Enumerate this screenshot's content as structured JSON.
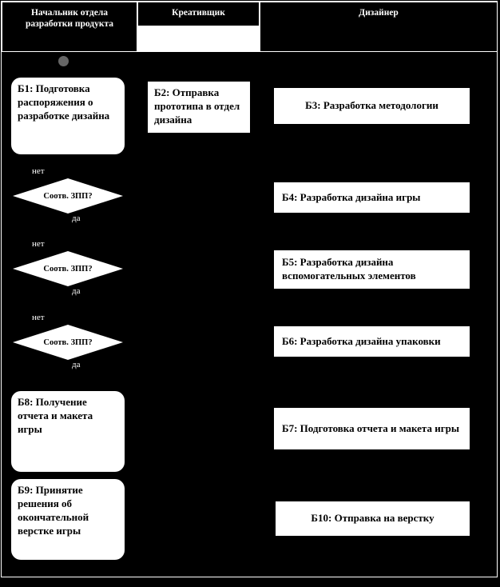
{
  "header": {
    "columns": [
      {
        "label": "Начальник отдела разработки продукта"
      },
      {
        "label": "Креативщик"
      },
      {
        "label": "Дизайнер"
      }
    ]
  },
  "nodes": {
    "b1": {
      "label": "Б1: Подготовка распоряжения о разработке дизайна"
    },
    "b2": {
      "label": "Б2: Отправка прототипа в отдел дизайна"
    },
    "b3": {
      "label": "Б3: Разработка методологии"
    },
    "b4": {
      "label": "Б4: Разработка дизайна игры"
    },
    "b5": {
      "label": "Б5: Разработка дизайна вспомогательных элементов"
    },
    "b6": {
      "label": "Б6: Разработка дизайна упаковки"
    },
    "b7": {
      "label": "Б7: Подготовка отчета и макета игры"
    },
    "b8": {
      "label": "Б8: Получение отчета и макета игры"
    },
    "b9": {
      "label": "Б9: Принятие решения об окончательной верстке игры"
    },
    "b10": {
      "label": "Б10: Отправка на верстку"
    }
  },
  "decisions": [
    {
      "question": "Соотв. ЗПП?",
      "no_label": "нет",
      "yes_label": "да"
    },
    {
      "question": "Соотв. ЗПП?",
      "no_label": "нет",
      "yes_label": "да"
    },
    {
      "question": "Соотв. ЗПП?",
      "no_label": "нет",
      "yes_label": "да"
    }
  ],
  "colors": {
    "background": "#000000",
    "box_fill": "#ffffff",
    "box_text": "#000000",
    "header_text": "#ffffff",
    "border": "#ffffff",
    "start_dot": "#666666"
  }
}
